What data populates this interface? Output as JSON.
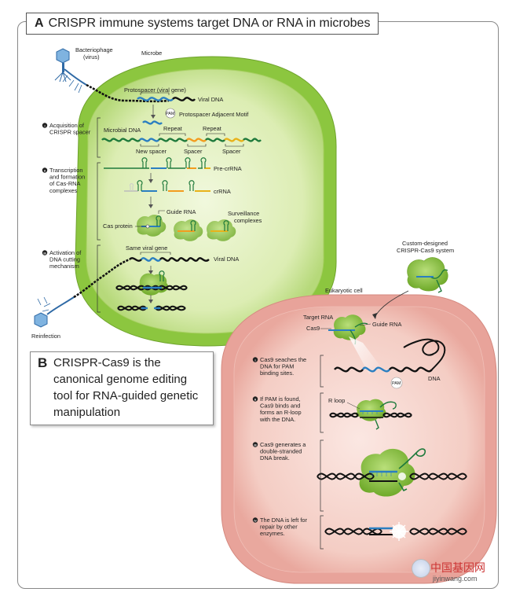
{
  "panel_a": {
    "letter": "A",
    "title": "CRISPR immune systems target DNA or RNA in microbes"
  },
  "panel_b": {
    "letter": "B",
    "title": "CRISPR-Cas9 is the canonical genome editing tool for RNA-guided genetic manipulation"
  },
  "microbe_labels": {
    "bacteriophage": "Bacteriophage",
    "virus": "(virus)",
    "microbe": "Microbe",
    "reinfection": "Reinfection",
    "protospacer": "Protospacer (viral gene)",
    "viral_dna_1": "Viral DNA",
    "pam": "PAM",
    "pam_full": "Protospacer Adjacent Motif",
    "microbial_dna": "Microbial DNA",
    "repeat_1": "Repeat",
    "repeat_2": "Repeat",
    "new_spacer": "New spacer",
    "spacer_1": "Spacer",
    "spacer_2": "Spacer",
    "pre_crrna": "Pre-crRNA",
    "crrna": "crRNA",
    "guide_rna": "Guide RNA",
    "cas_protein": "Cas protein",
    "surveillance_1": "Surveillance",
    "surveillance_2": "complexes",
    "same_viral_gene": "Same viral gene",
    "viral_dna_2": "Viral DNA"
  },
  "microbe_steps": [
    {
      "num": "i",
      "lines": [
        "Acquisition of",
        "CRISPR spacer"
      ]
    },
    {
      "num": "ii",
      "lines": [
        "Transcription",
        "and formation",
        "of Cas-RNA",
        "complexes"
      ]
    },
    {
      "num": "iii",
      "lines": [
        "Activation of",
        "DNA cutting",
        "mechanism"
      ]
    }
  ],
  "cell_labels": {
    "custom_1": "Custom-designed",
    "custom_2": "CRISPR-Cas9 system",
    "eukaryotic": "Eukaryotic cell",
    "target_rna": "Target RNA",
    "cas9": "Cas9",
    "guide_rna": "Guide RNA",
    "dna": "DNA",
    "pam": "PAM",
    "r_loop": "R loop"
  },
  "cell_steps": [
    {
      "num": "i",
      "lines": [
        "Cas9 seaches the",
        "DNA for PAM",
        "binding sites."
      ]
    },
    {
      "num": "ii",
      "lines": [
        "If PAM is found,",
        "Cas9 binds and",
        "forms an R-loop",
        "with the DNA."
      ]
    },
    {
      "num": "iii",
      "lines": [
        "Cas9 generates a",
        "double-stranded",
        "DNA break."
      ]
    },
    {
      "num": "iv",
      "lines": [
        "The DNA is left for",
        "repair by other",
        "enzymes."
      ]
    }
  ],
  "watermark": {
    "cn": "中国基因网",
    "url": "jiyinwang.com"
  },
  "colors": {
    "microbe_outer": "#8cc63f",
    "microbe_inner": "#e4f1c7",
    "cell_outer": "#e8a39a",
    "cell_inner": "#f6d4cd",
    "viral_dna": "#1a1a1a",
    "protospacer": "#2b7fc1",
    "repeat": "#1f7a3c",
    "spacer_orange": "#f39c1f",
    "spacer_yellow": "#e8b21a",
    "cas": "#8cc63f"
  }
}
